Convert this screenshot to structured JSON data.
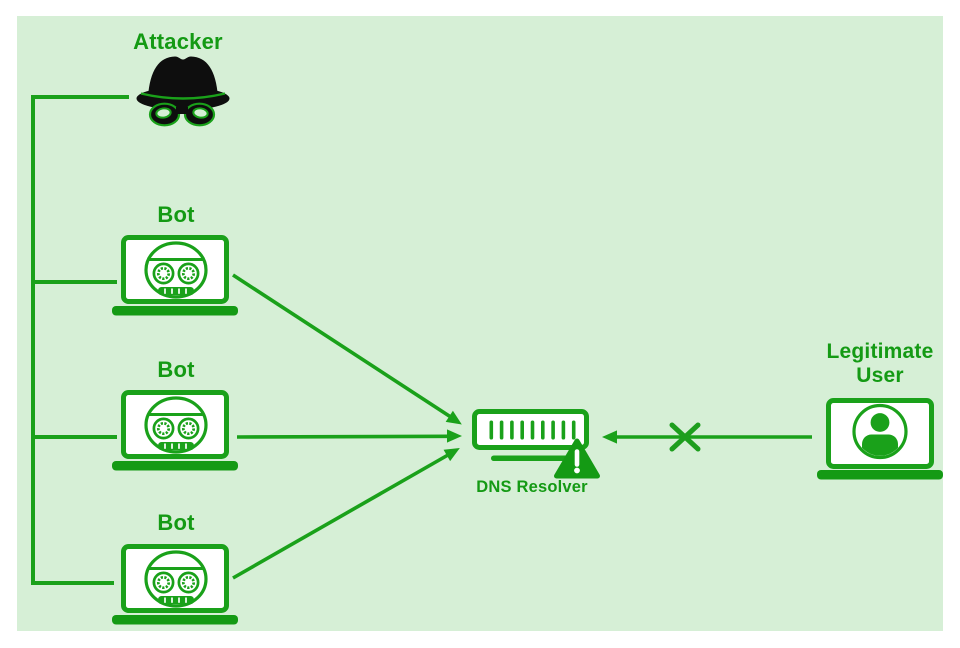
{
  "labels": {
    "attacker": "Attacker",
    "bots": [
      "Bot",
      "Bot",
      "Bot"
    ],
    "dns_resolver": "DNS Resolver",
    "legitimate_user": "Legitimate User"
  },
  "icons": {
    "attacker": "spy-hat-glasses-icon",
    "bot": "robot-laptop-icon",
    "dns_resolver": "server-rack-icon",
    "warning": "warning-triangle-icon",
    "legitimate_user": "person-laptop-icon",
    "blocked": "x-cross-icon",
    "flow": "arrow-icon"
  },
  "edges": [
    {
      "from": "attacker",
      "to": "bot-1",
      "type": "line"
    },
    {
      "from": "attacker",
      "to": "bot-2",
      "type": "line"
    },
    {
      "from": "attacker",
      "to": "bot-3",
      "type": "line"
    },
    {
      "from": "bot-1",
      "to": "dns-resolver",
      "type": "arrow"
    },
    {
      "from": "bot-2",
      "to": "dns-resolver",
      "type": "arrow"
    },
    {
      "from": "bot-3",
      "to": "dns-resolver",
      "type": "arrow"
    },
    {
      "from": "legitimate-user",
      "to": "dns-resolver",
      "type": "arrow-blocked"
    }
  ],
  "colors": {
    "background": "#d6efd6",
    "frame": "#ffffff",
    "line_green": "#1aa11a",
    "text_green": "#149a14",
    "fill_green": "#149a14",
    "icon_black": "#0e0e0e",
    "screen_white": "#ffffff"
  }
}
